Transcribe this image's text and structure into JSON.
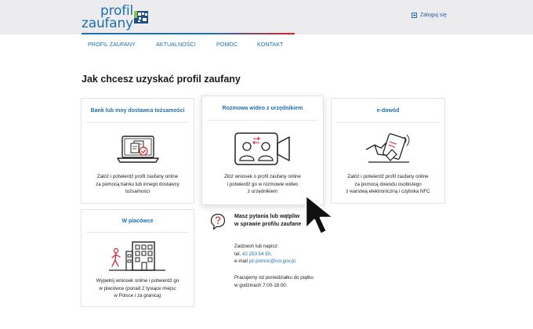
{
  "header": {
    "logo_line1": "profil",
    "logo_line2": "zaufany",
    "login_label": "Zaloguj się"
  },
  "nav": {
    "items": [
      {
        "label": "PROFIL ZAUFANY"
      },
      {
        "label": "AKTUALNOŚCI"
      },
      {
        "label": "POMOC"
      },
      {
        "label": "KONTAKT"
      }
    ]
  },
  "page": {
    "title": "Jak chcesz uzyskać profil zaufany"
  },
  "cards": {
    "bank": {
      "title": "Bank lub inny dostawca tożsamości",
      "desc": [
        "Załóż i potwierdź profil zaufany online",
        "za pomocą banku lub innego dostawcy",
        "tożsamości"
      ]
    },
    "video": {
      "title": "Rozmowa wideo z urzędnikiem",
      "desc": [
        "Złóż wniosek o profil zaufany online",
        "i potwierdź go w rozmowie wideo",
        "z urzędnikiem"
      ]
    },
    "edowod": {
      "title": "e-dowód",
      "desc": [
        "Załóż i potwierdź profil zaufany online",
        "za pomocą dowodu osobistego",
        "z warstwą elektroniczną i czytnika NFC"
      ]
    },
    "office": {
      "title": "W placówce",
      "desc": [
        "Wypełnij wniosek online i potwierdź go",
        "w placówce (ponad 2 tysiące miejsc",
        "w Polsce i za granicą)"
      ]
    }
  },
  "help": {
    "title_line1": "Masz pytania lub wątpliw",
    "title_line2": "w sprawie profilu zaufane",
    "call_label": "Zadzwoń lub napisz:",
    "phone_prefix": "tel.",
    "phone": "42 253 54 50",
    "phone_suffix": ",",
    "email_prefix": "e-mail",
    "email": "pz-pomoc@coi.gov.pl",
    "email_suffix": ".",
    "hours_line1": "Pracujemy od poniedziałku do piątku",
    "hours_line2": "w godzinach 7.00-18.00."
  },
  "colors": {
    "brand_blue": "#1e6fb0",
    "accent_red": "#d8232a",
    "topbar_bg": "#ececee"
  }
}
